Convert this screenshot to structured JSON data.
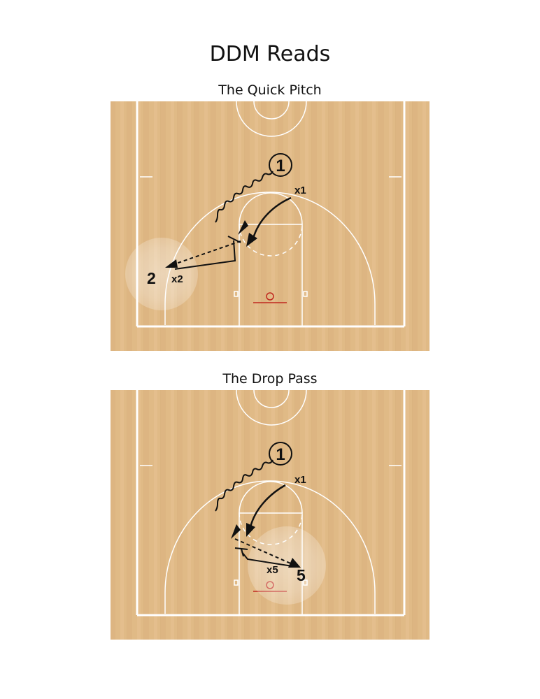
{
  "page": {
    "title": "DDM Reads"
  },
  "diagrams": [
    {
      "subtitle": "The Quick Pitch",
      "players": [
        {
          "label": "1",
          "kind": "ball-handler-circle"
        },
        {
          "label": "x1",
          "kind": "defender"
        },
        {
          "label": "2",
          "kind": "offense"
        },
        {
          "label": "x2",
          "kind": "defender"
        }
      ]
    },
    {
      "subtitle": "The Drop Pass",
      "players": [
        {
          "label": "1",
          "kind": "ball-handler-circle"
        },
        {
          "label": "x1",
          "kind": "defender"
        },
        {
          "label": "5",
          "kind": "offense"
        },
        {
          "label": "x5",
          "kind": "defender"
        }
      ]
    }
  ],
  "colors": {
    "floor": "#e0ba86",
    "lines": "#ffffff",
    "rim": "#c0281e",
    "ink": "#111111"
  }
}
